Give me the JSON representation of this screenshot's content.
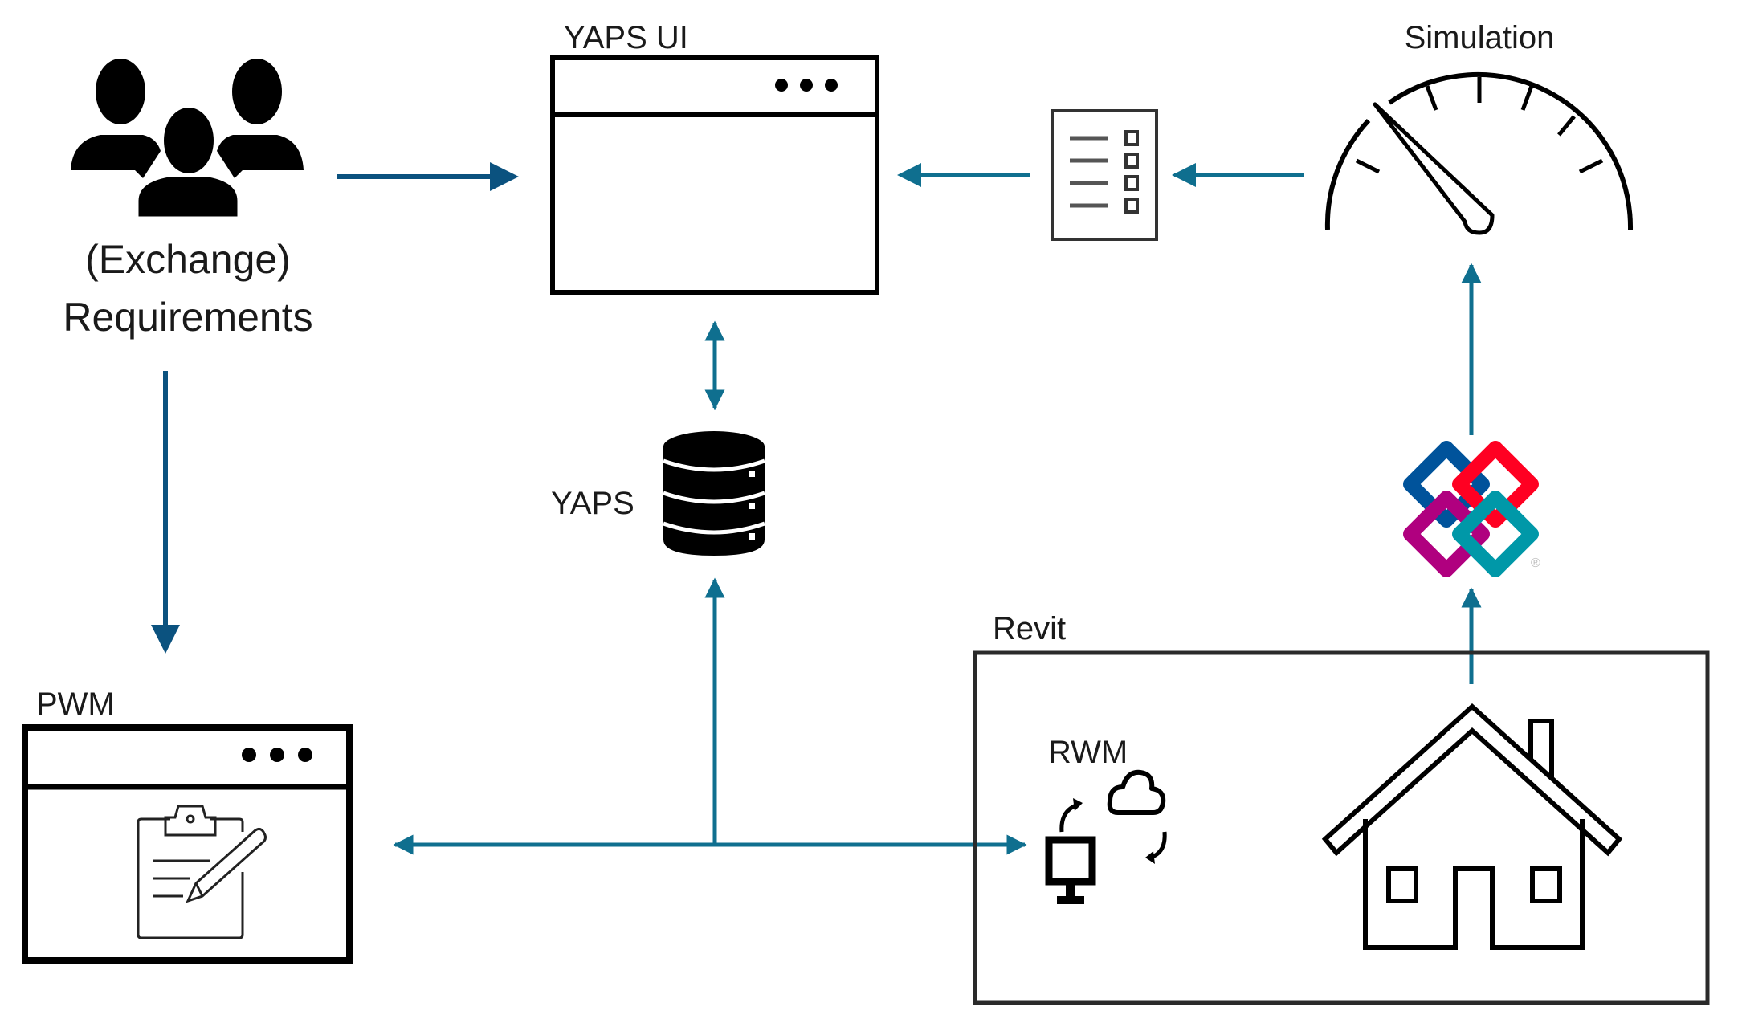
{
  "diagram": {
    "nodes": {
      "requirements": {
        "line1": "(Exchange)",
        "line2": "Requirements",
        "icon": "people-group-icon"
      },
      "yaps_ui": {
        "label": "YAPS UI",
        "icon": "browser-window-icon"
      },
      "results": {
        "icon": "checklist-icon"
      },
      "simulation": {
        "label": "Simulation",
        "icon": "gauge-icon"
      },
      "yaps_db": {
        "label": "YAPS",
        "icon": "database-icon"
      },
      "ifc": {
        "icon": "ifc-logo-icon",
        "mark": "®"
      },
      "pwm": {
        "label": "PWM",
        "icon": "clipboard-edit-icon"
      },
      "revit": {
        "label": "Revit"
      },
      "rwm": {
        "label": "RWM",
        "icon": "computer-cloud-sync-icon"
      },
      "building": {
        "icon": "house-icon"
      }
    },
    "edges": [
      {
        "from": "requirements",
        "to": "yaps_ui",
        "type": "arrow"
      },
      {
        "from": "requirements",
        "to": "pwm",
        "type": "arrow"
      },
      {
        "from": "simulation",
        "to": "results",
        "type": "arrow"
      },
      {
        "from": "results",
        "to": "yaps_ui",
        "type": "arrow"
      },
      {
        "from": "yaps_ui",
        "to": "yaps_db",
        "type": "bidirectional"
      },
      {
        "from": "junction",
        "to": "yaps_db",
        "type": "arrow"
      },
      {
        "from": "junction",
        "to": "pwm",
        "type": "arrow"
      },
      {
        "from": "junction",
        "to": "rwm",
        "type": "arrow"
      },
      {
        "from": "building",
        "to": "ifc",
        "type": "arrow"
      },
      {
        "from": "ifc",
        "to": "simulation",
        "type": "arrow"
      }
    ],
    "colors": {
      "arrow_dark": "#0b527f",
      "arrow_teal": "#0f6f8f",
      "ifc_blue": "#00539b",
      "ifc_red": "#ff0022",
      "ifc_magenta": "#b0007f",
      "ifc_teal": "#0098a8"
    }
  }
}
